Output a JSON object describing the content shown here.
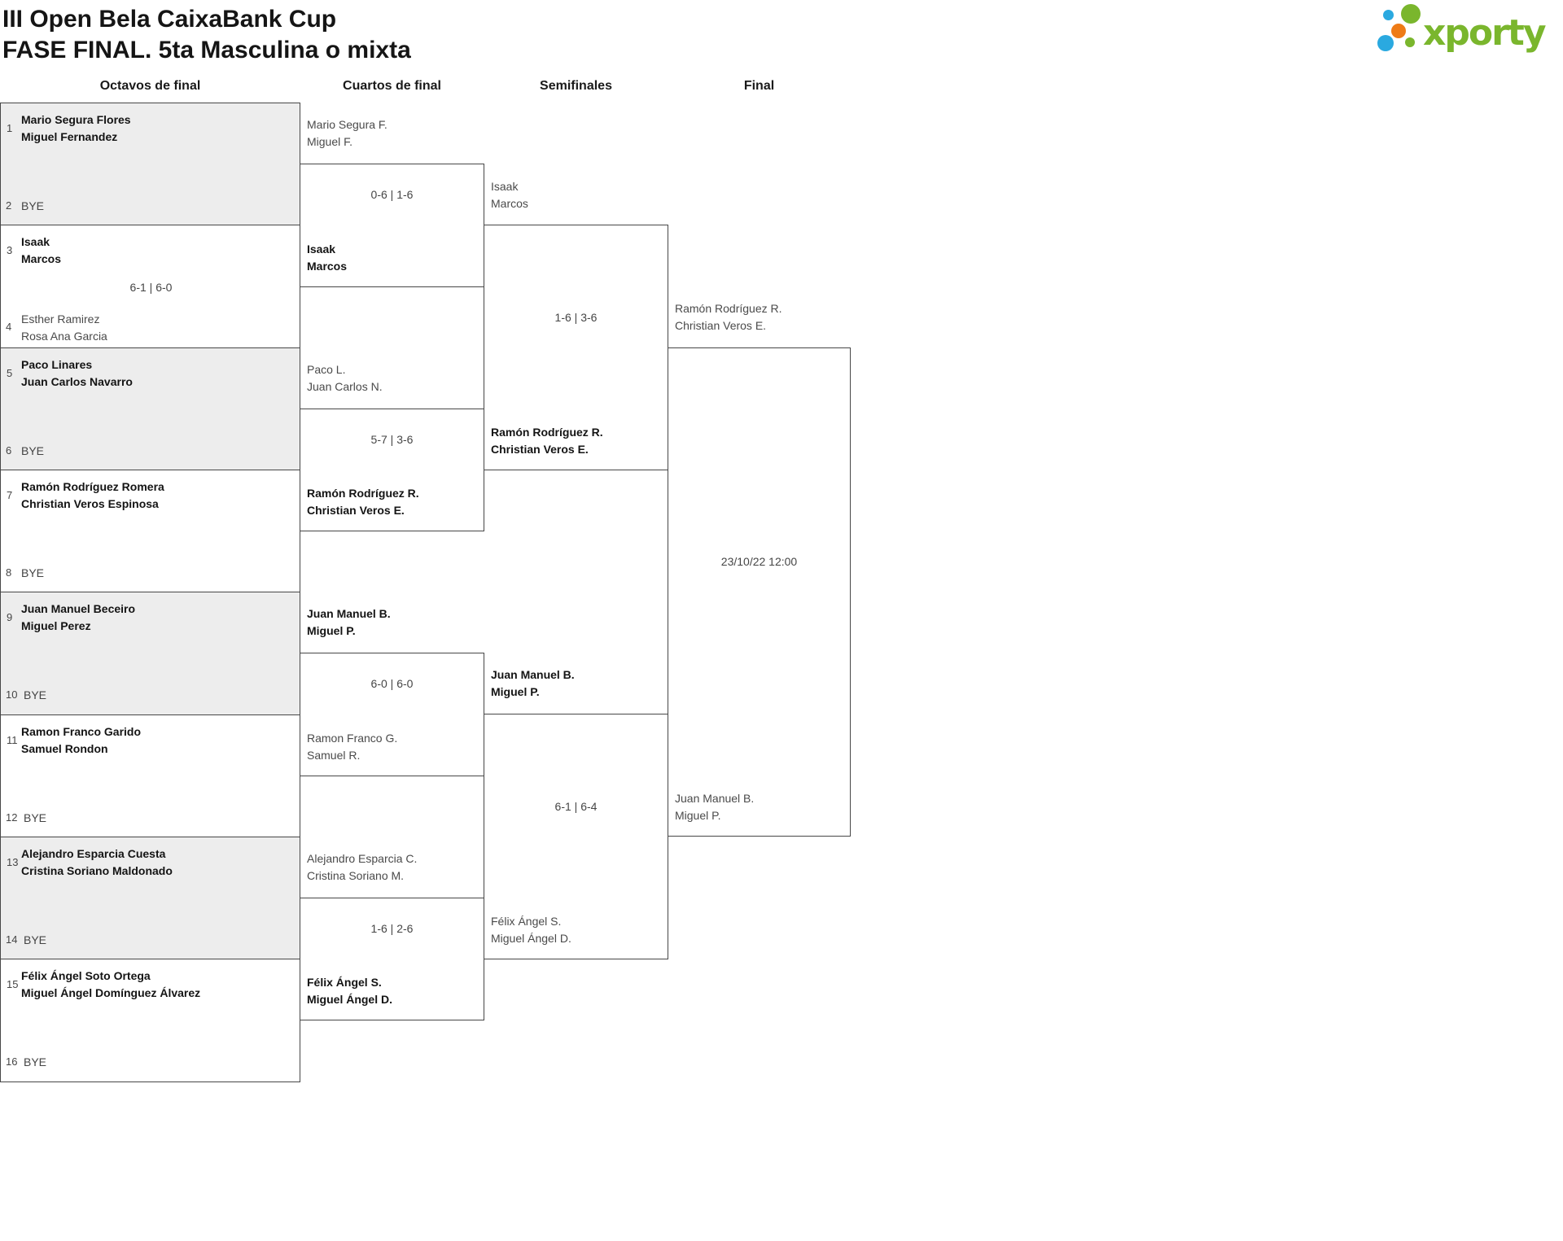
{
  "header": {
    "title_line1": "III Open Bela CaixaBank Cup",
    "title_line2": "FASE FINAL. 5ta Masculina o mixta"
  },
  "logo": {
    "text": "xporty",
    "colors": {
      "green": "#7ab62d",
      "blue": "#2aa9e0",
      "orange": "#ee7b16"
    }
  },
  "round_headers": [
    "Octavos de final",
    "Cuartos de final",
    "Semifinales",
    "Final"
  ],
  "octavos": [
    {
      "seed1": "1",
      "team1": [
        "Mario Segura Flores",
        "Miguel Fernandez"
      ],
      "seed2": "2",
      "bye": "BYE"
    },
    {
      "seed1": "3",
      "team1": [
        "Isaak",
        "Marcos"
      ],
      "score": "6-1 | 6-0",
      "seed2": "4",
      "team2": [
        "Esther Ramirez",
        "Rosa Ana Garcia"
      ]
    },
    {
      "seed1": "5",
      "team1": [
        "Paco Linares",
        "Juan Carlos Navarro"
      ],
      "seed2": "6",
      "bye": "BYE"
    },
    {
      "seed1": "7",
      "team1": [
        "Ramón Rodríguez Romera",
        "Christian Veros Espinosa"
      ],
      "seed2": "8",
      "bye": "BYE"
    },
    {
      "seed1": "9",
      "team1": [
        "Juan Manuel Beceiro",
        "Miguel Perez"
      ],
      "seed2": "10",
      "bye": "BYE"
    },
    {
      "seed1": "11",
      "team1": [
        "Ramon Franco Garido",
        "Samuel Rondon"
      ],
      "seed2": "12",
      "bye": "BYE"
    },
    {
      "seed1": "13",
      "team1": [
        "Alejandro Esparcia Cuesta",
        "Cristina Soriano Maldonado"
      ],
      "seed2": "14",
      "bye": "BYE"
    },
    {
      "seed1": "15",
      "team1": [
        "Félix Ángel Soto Ortega",
        "Miguel Ángel Domínguez Álvarez"
      ],
      "seed2": "16",
      "bye": "BYE"
    }
  ],
  "cuartos": [
    {
      "top": [
        "Mario Segura F.",
        "Miguel F."
      ],
      "score": "0-6 | 1-6",
      "bottom": [
        "Isaak",
        "Marcos"
      ],
      "winner": "bottom"
    },
    {
      "top": [
        "Paco L.",
        "Juan Carlos N."
      ],
      "score": "5-7 | 3-6",
      "bottom": [
        "Ramón Rodríguez R.",
        "Christian Veros E."
      ],
      "winner": "bottom"
    },
    {
      "top": [
        "Juan Manuel B.",
        "Miguel P."
      ],
      "score": "6-0 | 6-0",
      "bottom": [
        "Ramon Franco G.",
        "Samuel R."
      ],
      "winner": "top"
    },
    {
      "top": [
        "Alejandro Esparcia C.",
        "Cristina Soriano M."
      ],
      "score": "1-6 | 2-6",
      "bottom": [
        "Félix Ángel S.",
        "Miguel Ángel D."
      ],
      "winner": "bottom"
    }
  ],
  "semifinales": [
    {
      "top": [
        "Isaak",
        "Marcos"
      ],
      "score": "1-6 | 3-6",
      "bottom": [
        "Ramón Rodríguez R.",
        "Christian Veros E."
      ],
      "winner": "bottom"
    },
    {
      "top": [
        "Juan Manuel B.",
        "Miguel P."
      ],
      "score": "6-1 | 6-4",
      "bottom": [
        "Félix Ángel S.",
        "Miguel Ángel D."
      ],
      "winner": "top"
    }
  ],
  "final": {
    "top": [
      "Ramón Rodríguez R.",
      "Christian Veros E."
    ],
    "schedule": "23/10/22 12:00",
    "bottom": [
      "Juan Manuel B.",
      "Miguel P."
    ]
  }
}
